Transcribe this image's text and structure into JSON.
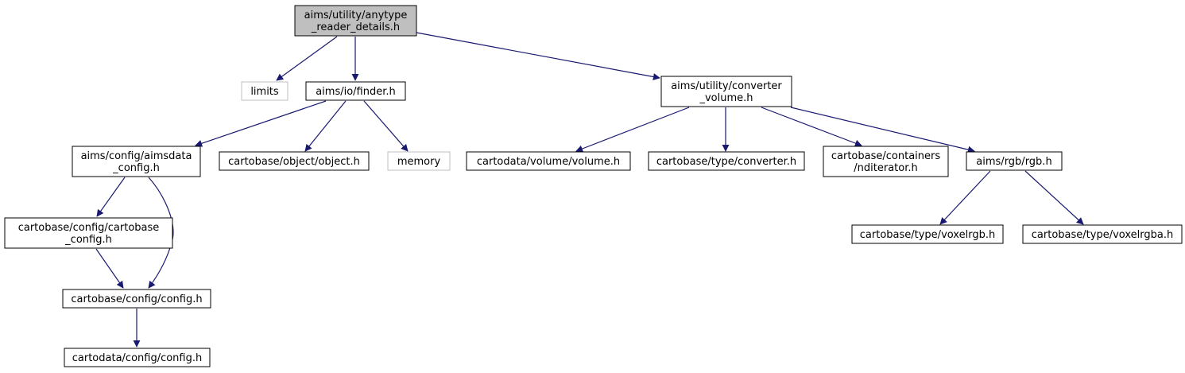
{
  "graph": {
    "edge_color": "#191970",
    "root_fill": "#bfbfbf",
    "external_border": "#bfbfbf",
    "nodes": [
      {
        "id": "root",
        "lines": [
          "aims/utility/anytype",
          "_reader_details.h"
        ],
        "kind": "root"
      },
      {
        "id": "limits",
        "lines": [
          "limits"
        ],
        "kind": "external"
      },
      {
        "id": "finder",
        "lines": [
          "aims/io/finder.h"
        ],
        "kind": "normal"
      },
      {
        "id": "converter_volume",
        "lines": [
          "aims/utility/converter",
          "_volume.h"
        ],
        "kind": "normal"
      },
      {
        "id": "aimsdata_config",
        "lines": [
          "aims/config/aimsdata",
          "_config.h"
        ],
        "kind": "normal"
      },
      {
        "id": "object",
        "lines": [
          "cartobase/object/object.h"
        ],
        "kind": "normal"
      },
      {
        "id": "memory",
        "lines": [
          "memory"
        ],
        "kind": "external"
      },
      {
        "id": "volume",
        "lines": [
          "cartodata/volume/volume.h"
        ],
        "kind": "normal"
      },
      {
        "id": "converter",
        "lines": [
          "cartobase/type/converter.h"
        ],
        "kind": "normal"
      },
      {
        "id": "nditerator",
        "lines": [
          "cartobase/containers",
          "/nditerator.h"
        ],
        "kind": "normal"
      },
      {
        "id": "rgb",
        "lines": [
          "aims/rgb/rgb.h"
        ],
        "kind": "normal"
      },
      {
        "id": "cartobase_config",
        "lines": [
          "cartobase/config/cartobase",
          "_config.h"
        ],
        "kind": "normal"
      },
      {
        "id": "cartobase_config_h",
        "lines": [
          "cartobase/config/config.h"
        ],
        "kind": "normal"
      },
      {
        "id": "cartodata_config_h",
        "lines": [
          "cartodata/config/config.h"
        ],
        "kind": "normal"
      },
      {
        "id": "voxelrgb",
        "lines": [
          "cartobase/type/voxelrgb.h"
        ],
        "kind": "normal"
      },
      {
        "id": "voxelrgba",
        "lines": [
          "cartobase/type/voxelrgba.h"
        ],
        "kind": "normal"
      }
    ],
    "edges": [
      {
        "from": "root",
        "to": "limits"
      },
      {
        "from": "root",
        "to": "finder"
      },
      {
        "from": "root",
        "to": "converter_volume"
      },
      {
        "from": "finder",
        "to": "aimsdata_config"
      },
      {
        "from": "finder",
        "to": "object"
      },
      {
        "from": "finder",
        "to": "memory"
      },
      {
        "from": "aimsdata_config",
        "to": "cartobase_config"
      },
      {
        "from": "aimsdata_config",
        "to": "cartobase_config_h"
      },
      {
        "from": "cartobase_config",
        "to": "cartobase_config_h"
      },
      {
        "from": "cartobase_config_h",
        "to": "cartodata_config_h"
      },
      {
        "from": "converter_volume",
        "to": "volume"
      },
      {
        "from": "converter_volume",
        "to": "converter"
      },
      {
        "from": "converter_volume",
        "to": "nditerator"
      },
      {
        "from": "converter_volume",
        "to": "rgb"
      },
      {
        "from": "rgb",
        "to": "voxelrgb"
      },
      {
        "from": "rgb",
        "to": "voxelrgba"
      }
    ]
  }
}
